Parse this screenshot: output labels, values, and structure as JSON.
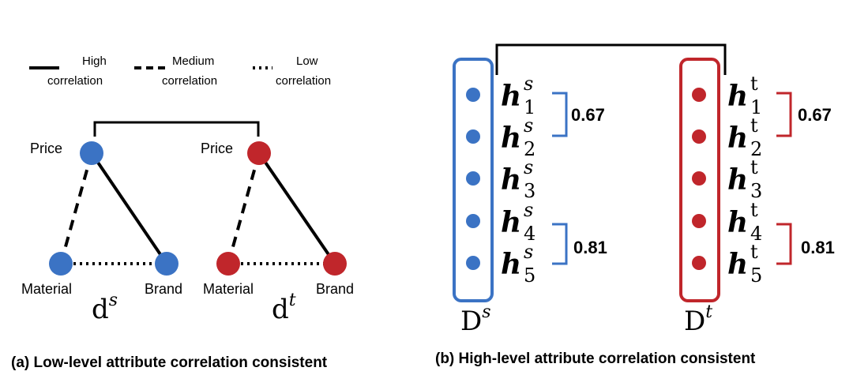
{
  "legend": {
    "high": {
      "line1": "High",
      "line2": "correlation"
    },
    "medium": {
      "line1": "Medium",
      "line2": "correlation"
    },
    "low": {
      "line1": "Low",
      "line2": "correlation"
    }
  },
  "panel_a": {
    "caption": "(a) Low-level attribute correlation consistent",
    "graphs": [
      {
        "label_base": "d",
        "label_sup": "s",
        "color": "#3b73c4",
        "nodes": {
          "price": "Price",
          "material": "Material",
          "brand": "Brand"
        }
      },
      {
        "label_base": "d",
        "label_sup": "t",
        "color": "#c0262b",
        "nodes": {
          "price": "Price",
          "material": "Material",
          "brand": "Brand"
        }
      }
    ],
    "edges": {
      "price_material": "medium",
      "price_brand": "high",
      "material_brand": "low"
    }
  },
  "panel_b": {
    "caption": "(b) High-level attribute correlation consistent",
    "source": {
      "label_base": "D",
      "label_sup": "s",
      "color": "#3b73c4",
      "items": [
        {
          "base": "h",
          "sup": "s",
          "sub": "1"
        },
        {
          "base": "h",
          "sup": "s",
          "sub": "2"
        },
        {
          "base": "h",
          "sup": "s",
          "sub": "3"
        },
        {
          "base": "h",
          "sup": "s",
          "sub": "4"
        },
        {
          "base": "h",
          "sup": "s",
          "sub": "5"
        }
      ],
      "brackets": [
        {
          "from": 1,
          "to": 2,
          "value": "0.67"
        },
        {
          "from": 4,
          "to": 5,
          "value": "0.81"
        }
      ]
    },
    "target": {
      "label_base": "D",
      "label_sup": "t",
      "color": "#c0262b",
      "items": [
        {
          "base": "h",
          "sup": "t",
          "sub": "1"
        },
        {
          "base": "h",
          "sup": "t",
          "sub": "2"
        },
        {
          "base": "h",
          "sup": "t",
          "sub": "3"
        },
        {
          "base": "h",
          "sup": "t",
          "sub": "4"
        },
        {
          "base": "h",
          "sup": "t",
          "sub": "5"
        }
      ],
      "brackets": [
        {
          "from": 1,
          "to": 2,
          "value": "0.67"
        },
        {
          "from": 4,
          "to": 5,
          "value": "0.81"
        }
      ]
    }
  }
}
